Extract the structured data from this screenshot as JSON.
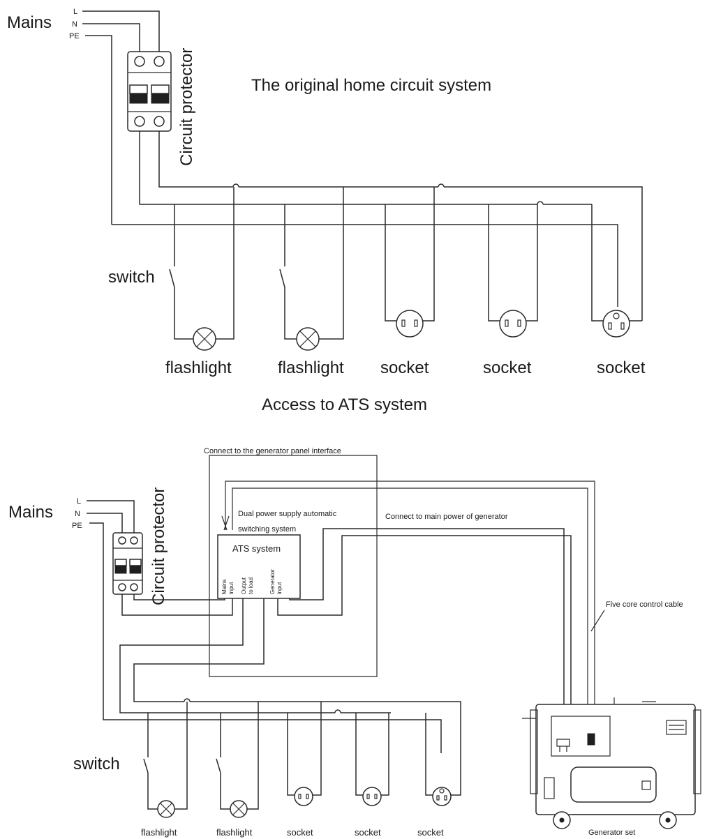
{
  "top": {
    "mains": "Mains",
    "line_l": "L",
    "line_n": "N",
    "line_pe": "PE",
    "breaker_label": "Circuit protector",
    "title": "The original home circuit system",
    "switch_label": "switch",
    "loads": [
      "flashlight",
      "flashlight",
      "socket",
      "socket",
      "socket"
    ]
  },
  "divider_title": "Access to ATS system",
  "bottom": {
    "mains": "Mains",
    "line_l": "L",
    "line_n": "N",
    "line_pe": "PE",
    "breaker_label": "Circuit protector",
    "panel_note": "Connect to the generator panel interface",
    "dual_power_line1": "Dual power supply automatic",
    "dual_power_line2": "switching system",
    "main_power_note": "Connect to main power of generator",
    "ats_title": "ATS system",
    "terminal_mains_1": "Mains",
    "terminal_mains_2": "input",
    "terminal_output_1": "Output",
    "terminal_output_2": "to load",
    "terminal_gen_1": "Generator",
    "terminal_gen_2": "input",
    "control_cable": "Five core control cable",
    "generator_label": "Generator set",
    "switch_label": "switch",
    "loads": [
      "flashlight",
      "flashlight",
      "socket",
      "socket",
      "socket"
    ]
  }
}
